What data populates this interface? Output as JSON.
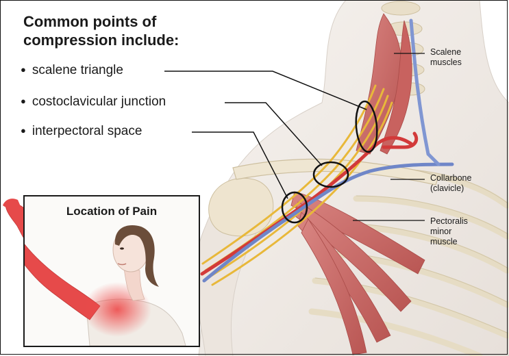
{
  "title": "Common points of compression include:",
  "bullets": [
    {
      "label": "scalene triangle"
    },
    {
      "label": "costoclavicular junction"
    },
    {
      "label": "interpectoral space"
    }
  ],
  "callouts": {
    "scalene": {
      "line1": "Scalene",
      "line2": "muscles"
    },
    "collarbone": {
      "line1": "Collarbone",
      "line2": "(clavicle)"
    },
    "pectoralis": {
      "line1": "Pectoralis",
      "line2": "minor",
      "line3": "muscle"
    }
  },
  "inset": {
    "title": "Location of Pain"
  },
  "colors": {
    "muscle": "#c96a68",
    "bone": "#efe6d2",
    "skin": "#f2ede8",
    "nerve": "#e8b83a",
    "artery": "#d23a3a",
    "vein": "#6f86c8",
    "pain": "#e84a4a"
  }
}
